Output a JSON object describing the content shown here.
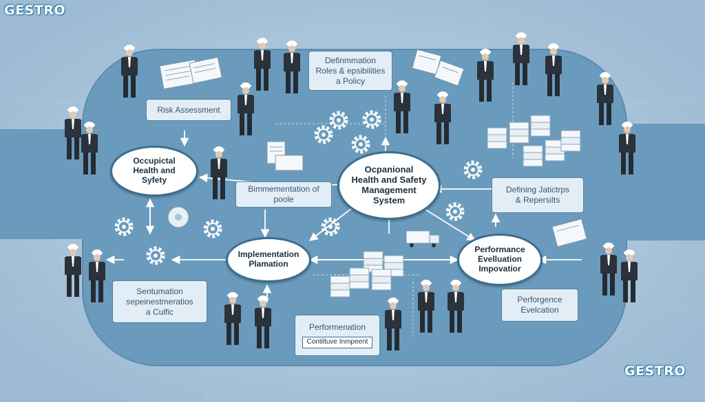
{
  "brand": {
    "logo_top": "GESTRO",
    "logo_bottom": "GESTRO"
  },
  "center_node": {
    "line1": "Ocpanional",
    "line2": "Health and Safety",
    "line3": "Management",
    "line4": "System"
  },
  "nodes": {
    "occupational": {
      "line1": "Occupictal",
      "line2": "Health and",
      "line3": "Syfety"
    },
    "implementation": {
      "line1": "Implementation",
      "line2": "Plamation"
    },
    "performance": {
      "line1": "Performance",
      "line2": "Evelluation",
      "line3": "Impovatior"
    }
  },
  "boxes": {
    "definition": {
      "line1": "Definmmation",
      "line2": "Roles & epsibilities",
      "line3": "a Policy"
    },
    "risk": {
      "line1": "Risk Assessment"
    },
    "bimplementation": {
      "line1": "Bimmementation of",
      "line2": "poole"
    },
    "defining": {
      "line1": "Defining Jatictrps",
      "line2": "& Repersilts"
    },
    "sentumation": {
      "line1": "Sentumation",
      "line2": "sepeinestmeratios",
      "line3": "a Culfic"
    },
    "performenation": {
      "line1": "Performenation",
      "line2": "Contiltuve Inmpeent"
    },
    "perforgence": {
      "line1": "Perforgence",
      "line2": "Evelcation"
    }
  },
  "colors": {
    "background": "#a9c5dc",
    "track": "#6a9bbd",
    "suit": "#2b323b",
    "helmet": "#ffffff",
    "box_fill": "#e3edf6",
    "box_border": "#55829f"
  }
}
